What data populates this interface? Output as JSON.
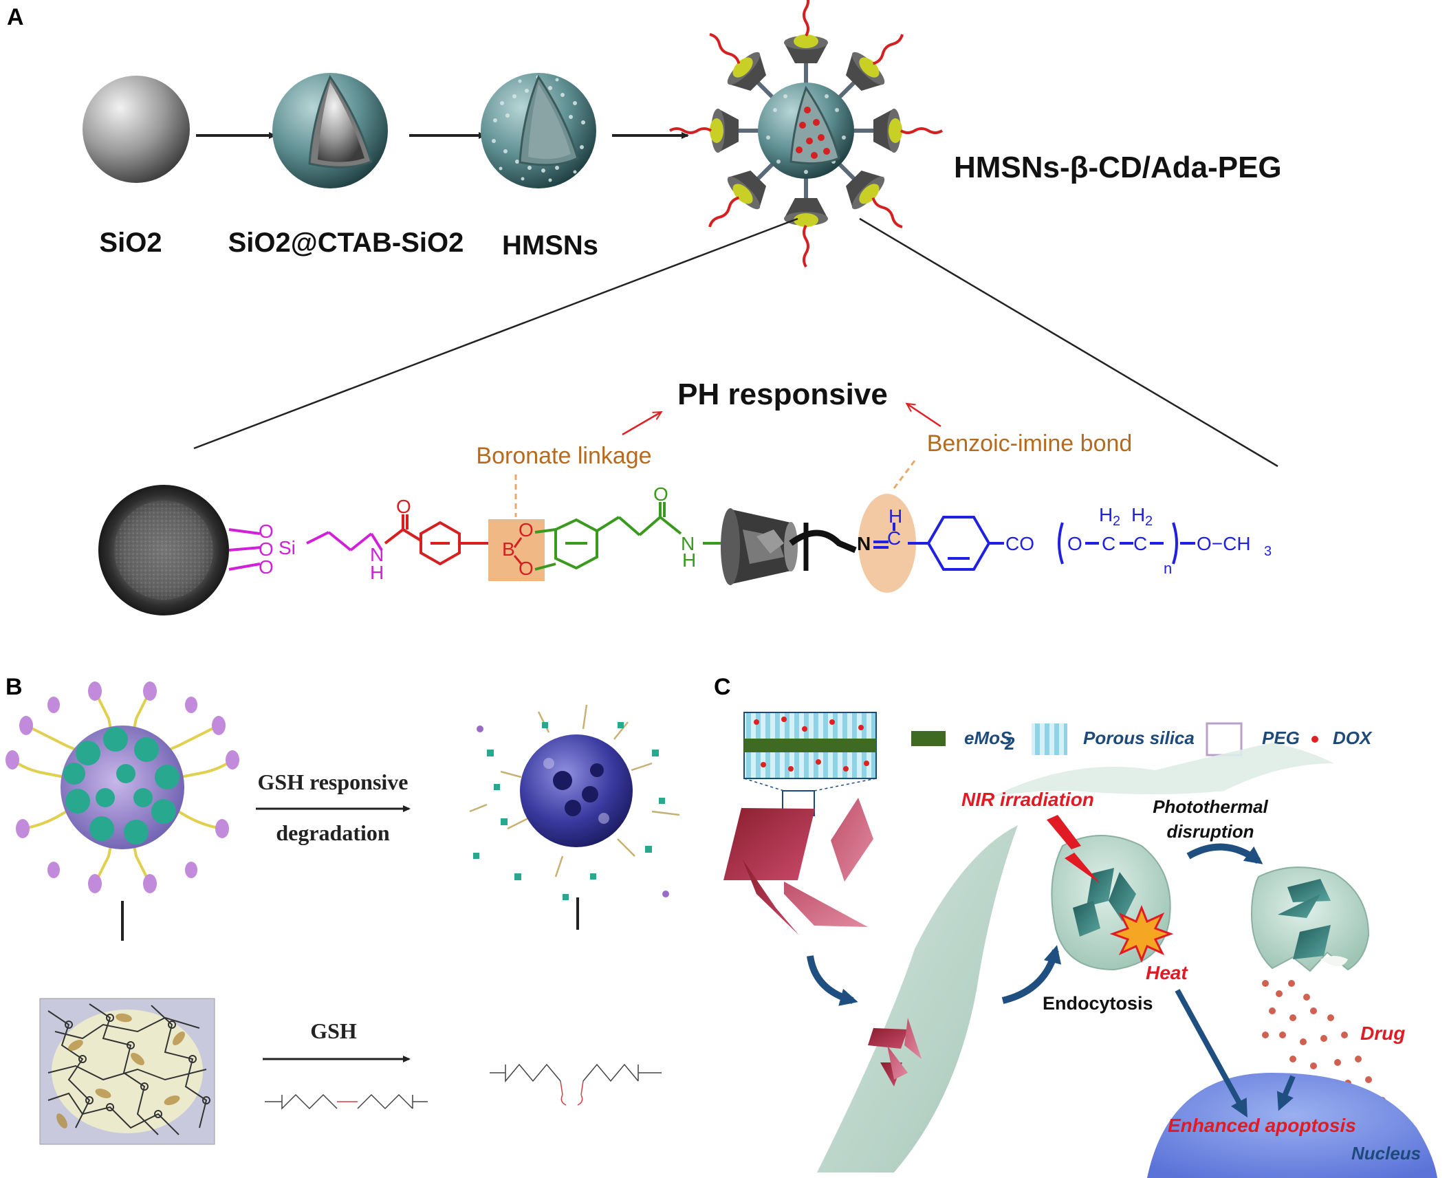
{
  "panel_a": {
    "letter": "A",
    "stage_labels": [
      "SiO2",
      "SiO2@CTAB-SiO2",
      "HMSNs"
    ],
    "product_label": "HMSNs-β-CD/Ada-PEG",
    "ph_title": "PH responsive",
    "boronate_label": "Boronate linkage",
    "benzoic_label": "Benzoic-imine bond",
    "chem": {
      "o": "O",
      "si": "Si",
      "n": "N",
      "h": "H",
      "b": "B",
      "c": "C",
      "co": "CO",
      "h2": "H",
      "sub2": "2",
      "n_sub": "n",
      "och3": "O−CH",
      "sub3": "3"
    }
  },
  "panel_b": {
    "letter": "B",
    "arrow_top_line1": "GSH responsive",
    "arrow_top_line2": "degradation",
    "arrow_bottom": "GSH"
  },
  "panel_c": {
    "letter": "C",
    "legend": [
      "eMoS",
      "Porous silica",
      "PEG",
      "DOX"
    ],
    "legend_sub": "2",
    "nir": "NIR irradiation",
    "photothermal_line1": "Photothermal",
    "photothermal_line2": "disruption",
    "heat": "Heat",
    "endocytosis": "Endocytosis",
    "drug": "Drug",
    "enhanced": "Enhanced apoptosis",
    "nucleus": "Nucleus"
  },
  "colors": {
    "magenta": "#d020d8",
    "red": "#d42020",
    "green": "#3a9a1e",
    "blue": "#2020e0",
    "brown_text": "#b66a1e",
    "peach": "#f2c9a2",
    "dark_teal": "#1d4a7a"
  }
}
